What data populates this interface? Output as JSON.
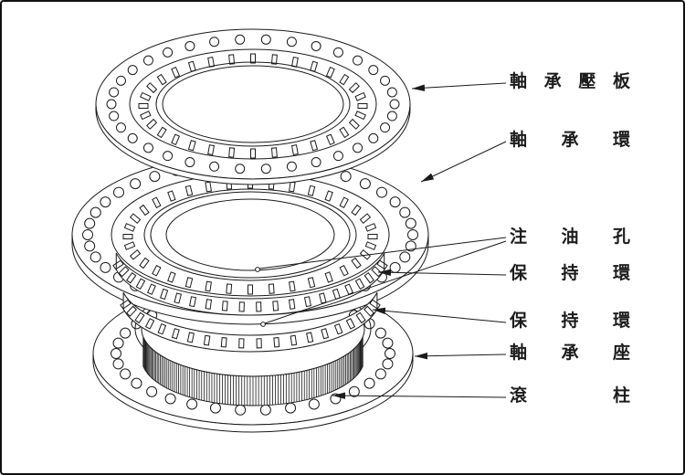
{
  "diagram": {
    "type": "exploded-technical-diagram",
    "subject": "slewing bearing assembly",
    "colors": {
      "line": "#1a1a1a",
      "background": "#ffffff"
    },
    "labels": [
      {
        "name": "bearing-pressure-plate",
        "text": "軸承壓板"
      },
      {
        "name": "bearing-ring",
        "text": "軸承環"
      },
      {
        "name": "oil-injection-hole",
        "text": "注油孔"
      },
      {
        "name": "retaining-ring-upper",
        "text": "保持環"
      },
      {
        "name": "retaining-ring-lower",
        "text": "保持環"
      },
      {
        "name": "bearing-seat",
        "text": "軸承座"
      },
      {
        "name": "roller",
        "text": "滾柱"
      }
    ]
  }
}
